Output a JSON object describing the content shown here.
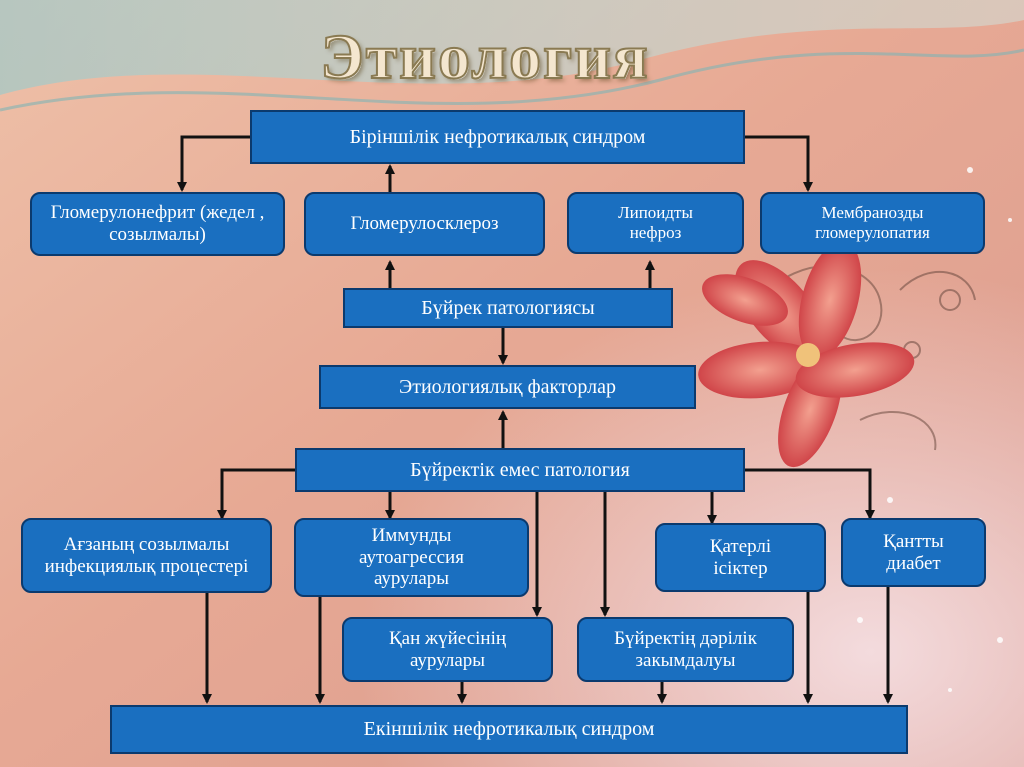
{
  "slide": {
    "title": "Этиология"
  },
  "boxes": {
    "primary": "Біріншілік нефротикалық синдром",
    "glomerulonephritis": "Гломерулонефрит (жедел , созылмалы)",
    "glomerulosclerosis": "Гломерулосклероз",
    "lipoid_nephrosis": "Липоидты нефроз",
    "membranous": "Мембранозды гломерулопатия",
    "kidney_pathology": "Бүйрек патологиясы",
    "etiological_factors": "Этиологиялық факторлар",
    "non_kidney_pathology": "Бүйректік емес патология",
    "chronic_infections": "Ағзаның созылмалы инфекциялық процестері",
    "autoimmune": "Иммунды аутоагрессия аурулары",
    "malignant_tumors": "Қатерлі ісіктер",
    "diabetes": "Қантты диабет",
    "blood_diseases": "Қан жүйесінің аурулары",
    "drug_kidney_damage": "Бүйректің дәрілік закымдалуы",
    "secondary": "Екіншілік нефротикалық синдром"
  },
  "colors": {
    "box_fill": "#1a6fc0",
    "box_border": "#0b3a6e",
    "arrow": "#111111",
    "background": "#e8b09a"
  }
}
